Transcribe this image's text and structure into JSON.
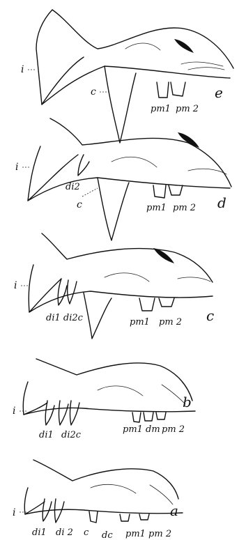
{
  "figure": {
    "panels": [
      {
        "id": "e",
        "letter": "e",
        "labels": {
          "i": "i",
          "c": "c",
          "pm1": "pm1",
          "pm2": "pm 2"
        }
      },
      {
        "id": "d",
        "letter": "d",
        "labels": {
          "i": "i",
          "di2": "di2",
          "c": "c",
          "pm1": "pm1",
          "pm2": "pm 2"
        }
      },
      {
        "id": "c",
        "letter": "c",
        "labels": {
          "i": "i",
          "di1di2c": "di1 di2c",
          "pm1": "pm1",
          "pm2": "pm 2"
        }
      },
      {
        "id": "b",
        "letter": "b",
        "labels": {
          "i": "i",
          "di1": "di1",
          "di2c": "di2c",
          "pm1dm": "pm1 dm",
          "pm2": "pm 2"
        }
      },
      {
        "id": "a",
        "letter": "a",
        "labels": {
          "i": "i",
          "di1": "di1",
          "di2": "di 2",
          "c": "c",
          "dc": "dc",
          "pm1pm2": "pm1 pm 2"
        }
      }
    ]
  }
}
